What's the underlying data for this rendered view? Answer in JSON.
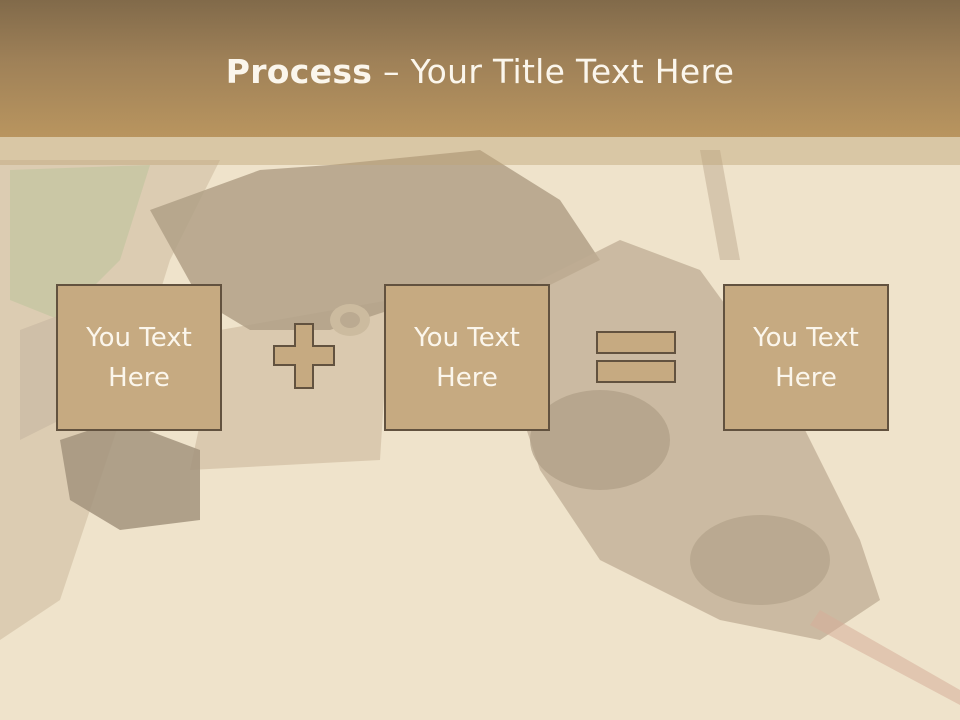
{
  "slide": {
    "title_bold": "Process",
    "title_rest": " – Your Title Text Here",
    "boxes": [
      {
        "label": "You Text Here"
      },
      {
        "label": "You Text Here"
      },
      {
        "label": "You Text Here"
      }
    ],
    "operators": [
      "plus-icon",
      "equals-icon"
    ]
  },
  "colors": {
    "header": "#9f8158",
    "box_fill": "#c6aa81",
    "box_border": "#62523f",
    "text": "#fbf6ec",
    "background": "#efe3cb"
  }
}
